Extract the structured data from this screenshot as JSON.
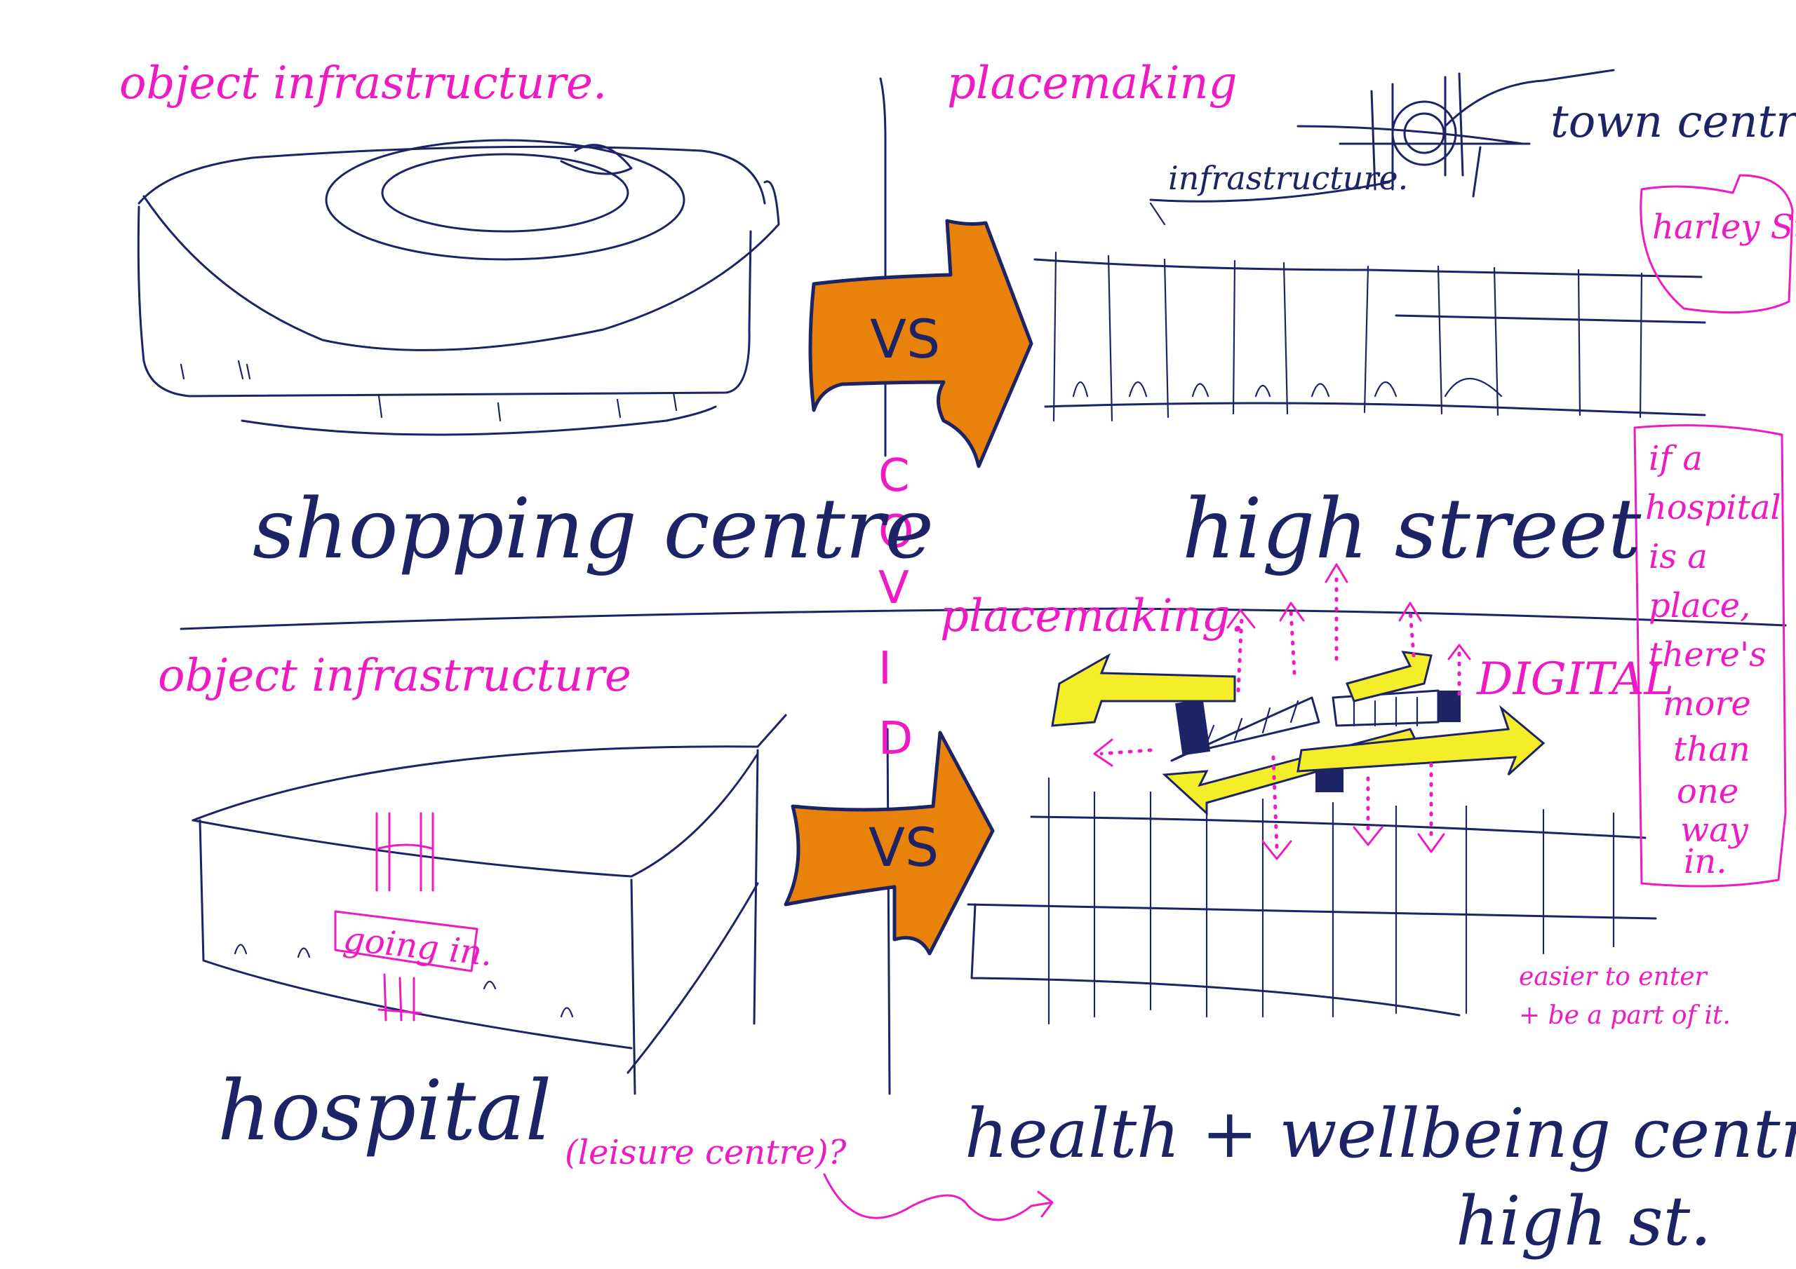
{
  "colors": {
    "ink": "#1c2466",
    "highlight": "#ee1bc4",
    "arrow": "#e8820b",
    "movement": "#f4ee2a"
  },
  "top_left": {
    "heading": "object infrastructure.",
    "caption": "shopping centre"
  },
  "top_right": {
    "heading": "placemaking",
    "caption": "high street",
    "town_centre": "town centre.",
    "infrastructure": "infrastructure.",
    "note": "harley Street?"
  },
  "bottom_left": {
    "heading": "object infrastructure",
    "caption": "hospital",
    "door_label": "going in.",
    "hospital_sign": "H",
    "leisure": "(leisure centre)?"
  },
  "bottom_right": {
    "heading": "placemaking.",
    "digital": "DIGITAL",
    "caption_line1": "health + wellbeing centre/",
    "caption_line2": "high st.",
    "easier_line1": "easier to enter",
    "easier_line2": "+ be a part of it.",
    "side_note": [
      "if a",
      "hospital",
      "is a",
      "place,",
      "there's",
      "more",
      "than",
      "one",
      "way",
      "in."
    ]
  },
  "arrows": {
    "top_label": "VS",
    "bottom_label": "VS"
  },
  "divider_letters": [
    "C",
    "O",
    "V",
    "I",
    "D"
  ]
}
